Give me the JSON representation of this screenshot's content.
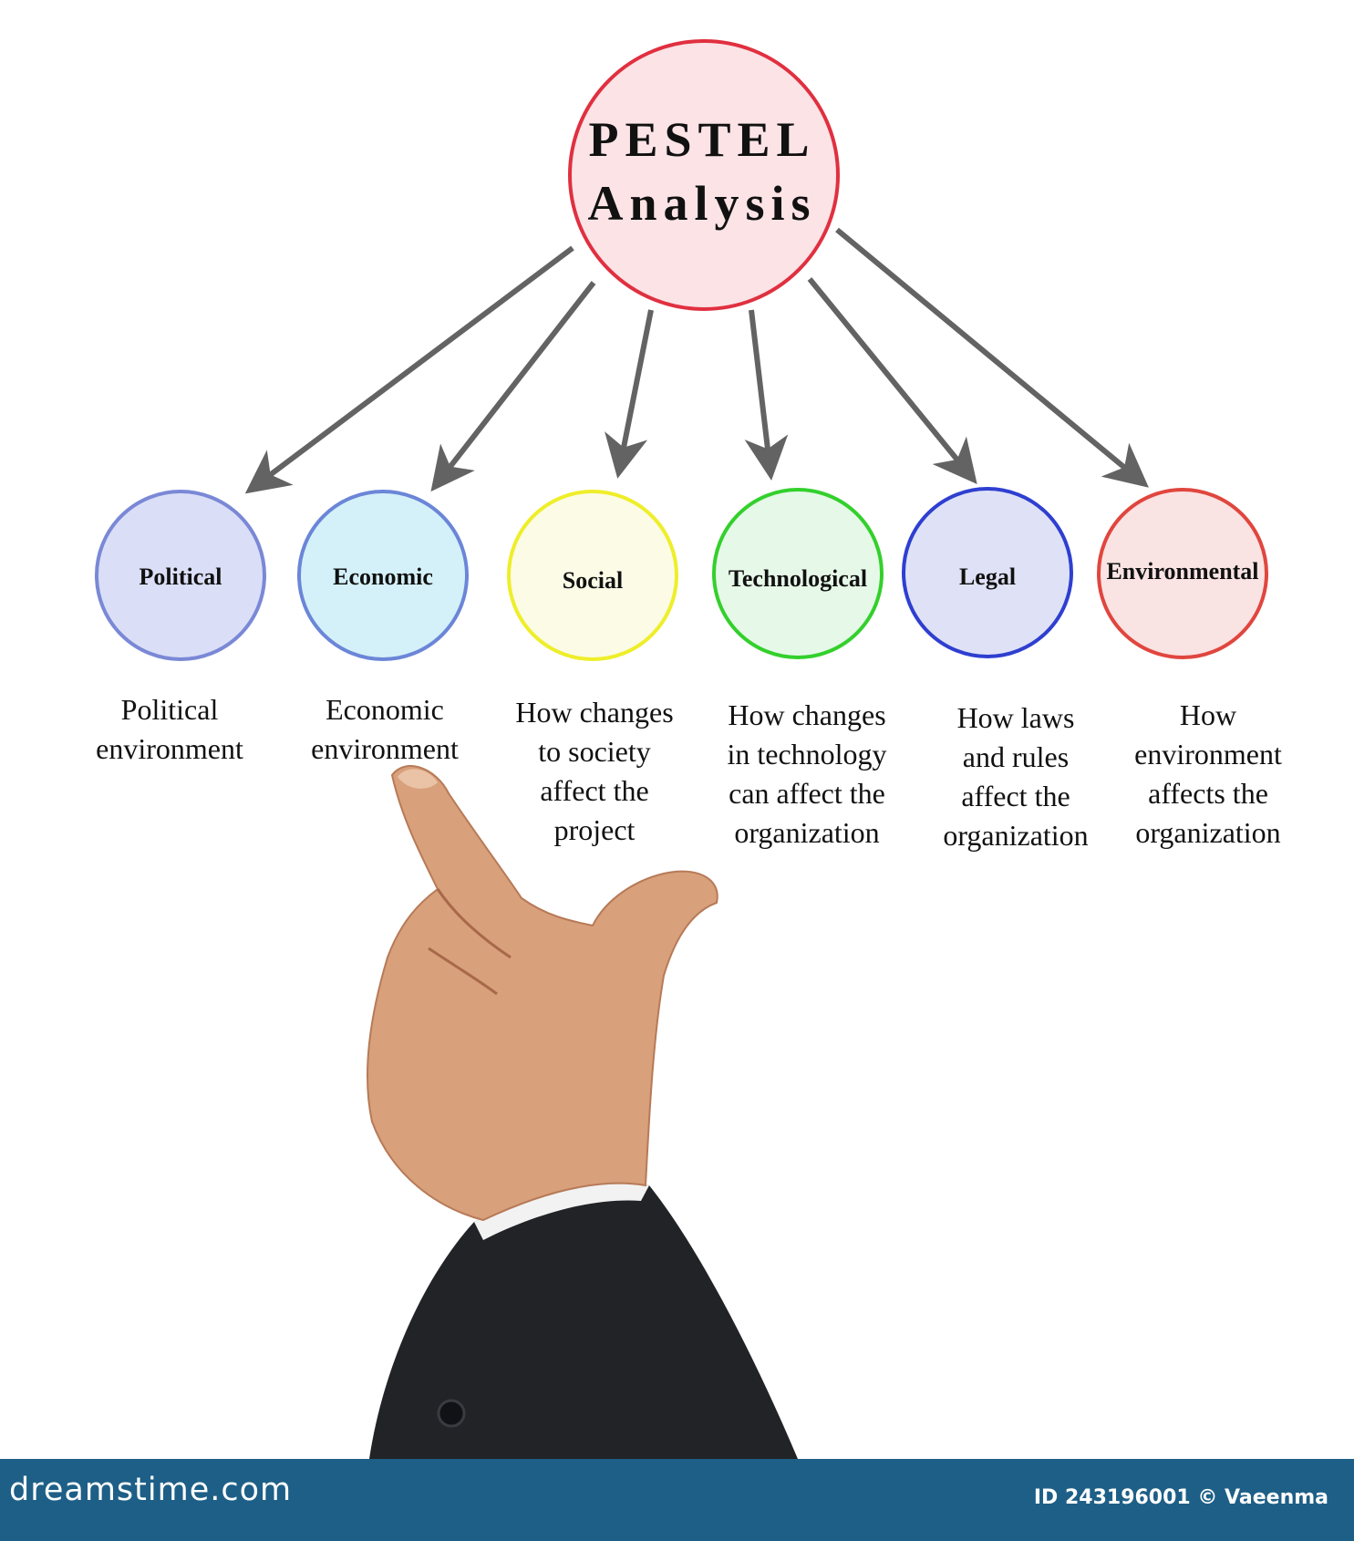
{
  "center": {
    "title_line1": "PESTEL",
    "title_line2": "Analysis"
  },
  "nodes": [
    {
      "label": "Political",
      "description": [
        "Political",
        "environment"
      ],
      "fill": "#dadff7",
      "stroke": "#7a88d6"
    },
    {
      "label": "Economic",
      "description": [
        "Economic",
        "environment"
      ],
      "fill": "#d4f1f9",
      "stroke": "#6b86d8"
    },
    {
      "label": "Social",
      "description": [
        "How changes",
        "to society",
        "affect the",
        "project"
      ],
      "fill": "#fbfbe6",
      "stroke": "#eeee2a"
    },
    {
      "label": "Technological",
      "description": [
        "How changes",
        "in technology",
        "can affect the",
        "organization"
      ],
      "fill": "#e6f9e8",
      "stroke": "#33d02c"
    },
    {
      "label": "Legal",
      "description": [
        "How laws",
        "and rules",
        "affect the",
        "organization"
      ],
      "fill": "#dfe2f6",
      "stroke": "#2e3fd0"
    },
    {
      "label": "Environmental",
      "description": [
        "How",
        "environment",
        "affects the",
        "organization"
      ],
      "fill": "#fae3e3",
      "stroke": "#e0463e"
    }
  ],
  "colors": {
    "center_fill": "#fbe3e6",
    "center_stroke": "#e03040",
    "arrow": "#636363",
    "footer": "#1d5f87"
  },
  "footer": {
    "brand": "dreamstime.com",
    "credit": "ID 243196001 © Vaeenma"
  }
}
